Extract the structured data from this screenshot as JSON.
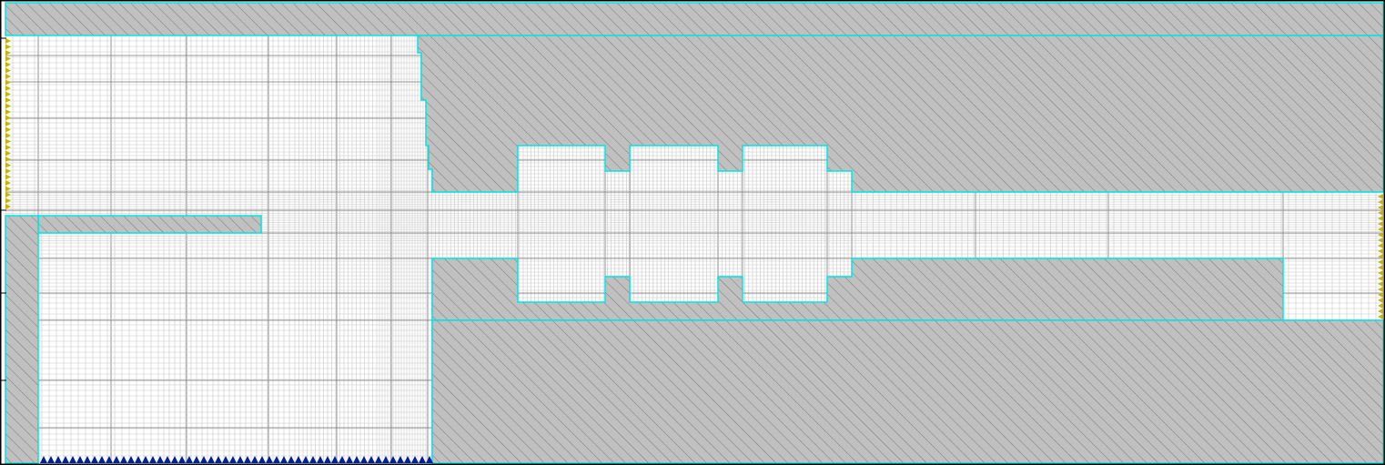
{
  "view": {
    "kind": "structured-mesh-geometry-view",
    "colors": {
      "background": "#ffffff",
      "frame": "#000000",
      "solid_fill": "#c0c0c0",
      "solid_hatch": "#808080",
      "boundary": "#00e5e5",
      "fine_grid": "#c8c8c8",
      "coarse_grid": "#777777",
      "port_marker": "#c8b400",
      "source_marker": "#001f9e"
    },
    "regions": [
      {
        "name": "top-solid-strip"
      },
      {
        "name": "upper-right-solid-block"
      },
      {
        "name": "inner-coupling-bar"
      },
      {
        "name": "left-wall-solid"
      },
      {
        "name": "lower-iris-block"
      },
      {
        "name": "bottom-right-solid-block"
      }
    ],
    "markers": [
      {
        "name": "left-port-markers",
        "direction": "right",
        "color_key": "port_marker"
      },
      {
        "name": "right-port-markers",
        "direction": "left",
        "color_key": "port_marker"
      },
      {
        "name": "bottom-source-markers",
        "direction": "up",
        "color_key": "source_marker"
      }
    ]
  }
}
